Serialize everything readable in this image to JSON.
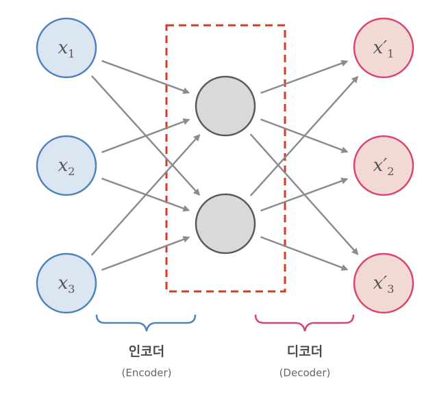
{
  "inputs": [
    {
      "var": "x",
      "sub": "1"
    },
    {
      "var": "x",
      "sub": "2"
    },
    {
      "var": "x",
      "sub": "3"
    }
  ],
  "outputs": [
    {
      "var": "x′",
      "sub": "1"
    },
    {
      "var": "x′",
      "sub": "2"
    },
    {
      "var": "x′",
      "sub": "3"
    }
  ],
  "encoder": {
    "label_kr": "인코더",
    "label_en": "(Encoder)"
  },
  "decoder": {
    "label_kr": "디코더",
    "label_en": "(Decoder)"
  },
  "colors": {
    "input_fill": "#dce6f2",
    "input_stroke": "#4f81bd",
    "hidden_fill": "#d9d9d9",
    "hidden_stroke": "#595959",
    "output_fill": "#f2d9d4",
    "output_stroke": "#d9446e",
    "arrow": "#8c8c8c",
    "box": "#d13b2a",
    "encoder_brace": "#4f81bd",
    "decoder_brace": "#d9446e"
  }
}
